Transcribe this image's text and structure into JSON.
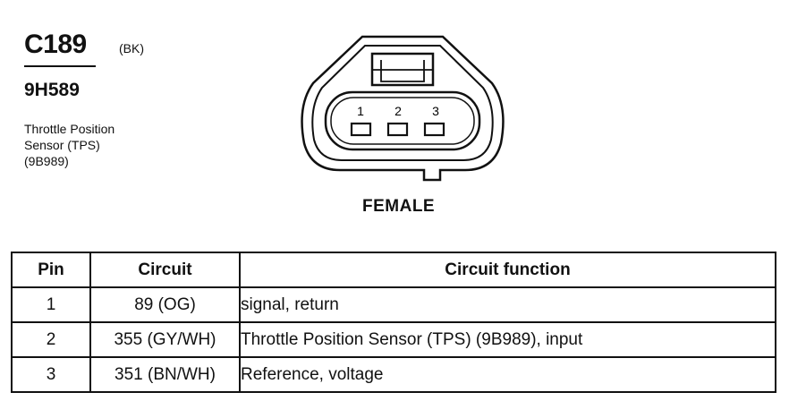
{
  "connector": {
    "id": "C189",
    "color_code": "(BK)",
    "part_number": "9H589",
    "description_lines": [
      "Throttle Position",
      "Sensor (TPS)",
      "(9B989)"
    ]
  },
  "diagram": {
    "view_label": "FEMALE",
    "pin_labels": [
      "1",
      "2",
      "3"
    ]
  },
  "table": {
    "headers": [
      "Pin",
      "Circuit",
      "Circuit function"
    ],
    "rows": [
      {
        "pin": "1",
        "circuit": "89 (OG)",
        "function": "signal, return"
      },
      {
        "pin": "2",
        "circuit": "355 (GY/WH)",
        "function": "Throttle Position Sensor (TPS) (9B989), input"
      },
      {
        "pin": "3",
        "circuit": "351 (BN/WH)",
        "function": "Reference, voltage"
      }
    ]
  }
}
